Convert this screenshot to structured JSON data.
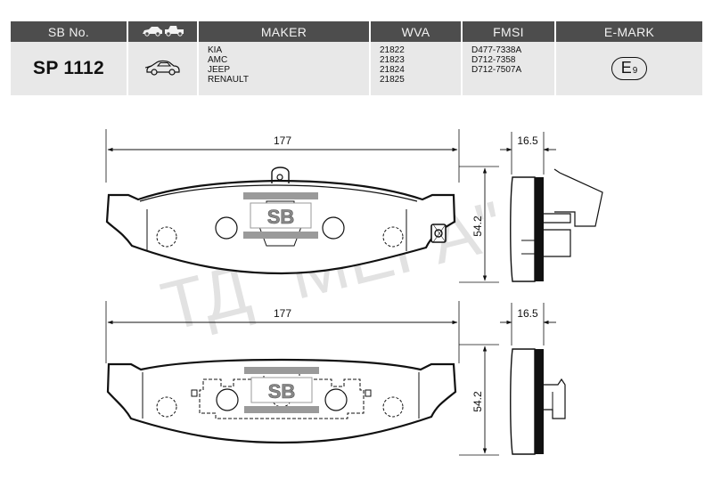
{
  "table": {
    "headers": {
      "sb_no": "SB No.",
      "vehicle_icon": "car-truck-icon",
      "maker": "MAKER",
      "wva": "WVA",
      "fmsi": "FMSI",
      "emark": "E-MARK"
    },
    "row": {
      "sb_no": "SP 1112",
      "vehicle_icon": "car-icon",
      "makers": [
        "KIA",
        "AMC",
        "JEEP",
        "RENAULT"
      ],
      "wva": [
        "21822",
        "21823",
        "21824",
        "21825"
      ],
      "fmsi": [
        "D477-7338A",
        "D712-7358",
        "D712-7507A"
      ],
      "emark": {
        "letter": "E",
        "number": "9"
      }
    }
  },
  "drawing": {
    "top_view": {
      "length": "177",
      "height": "54.2",
      "thickness": "16.5",
      "logo": "SB"
    },
    "bottom_view": {
      "length": "177",
      "height": "54.2",
      "thickness": "16.5",
      "logo": "SB"
    },
    "watermark": "ТД \"МЕРА\""
  },
  "colors": {
    "header_bg": "#4d4d4d",
    "row_bg": "#e8e8e8",
    "line": "#111111",
    "logo_grey": "#9a9a9a"
  }
}
